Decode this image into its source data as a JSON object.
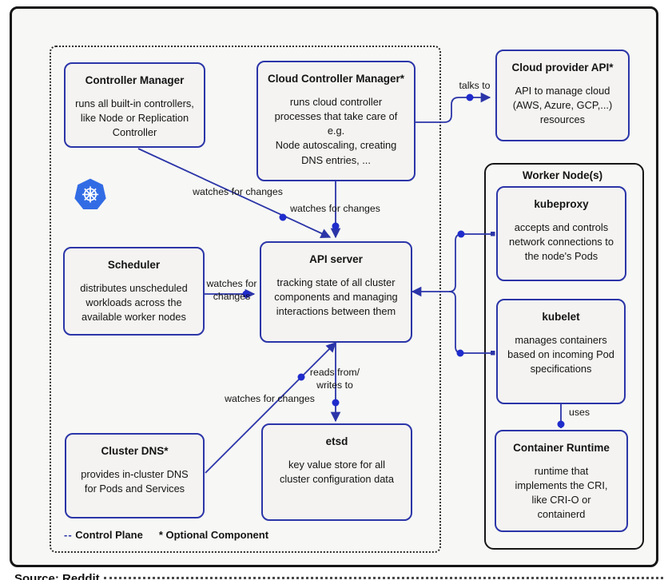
{
  "colors": {
    "accent_line": "#2b35a8",
    "dot_blue": "#1f2ccc",
    "box_fill": "#f4f3f1",
    "frame_black": "#161616",
    "kubernetes_blue": "#326ce5"
  },
  "diagram": {
    "worker_node_title": "Worker Node(s)",
    "source_note": "Source: Reddit",
    "boxes": {
      "controller_manager": {
        "title": "Controller Manager",
        "body": "runs all built-in controllers,\nlike Node or Replication\nController"
      },
      "cloud_controller_manager": {
        "title": "Cloud Controller Manager*",
        "body": "runs cloud controller\nprocesses that take care of\ne.g.\nNode autoscaling, creating\nDNS entries, ..."
      },
      "cloud_provider_api": {
        "title": "Cloud provider API*",
        "body": "API to manage cloud\n(AWS, Azure, GCP,...)\nresources"
      },
      "kubeproxy": {
        "title": "kubeproxy",
        "body": "accepts and controls\nnetwork connections to\nthe node's Pods"
      },
      "kubelet": {
        "title": "kubelet",
        "body": "manages containers\nbased on incoming Pod\nspecifications"
      },
      "container_runtime": {
        "title": "Container Runtime",
        "body": "runtime that\nimplements the CRI,\nlike CRI-O or\ncontainerd"
      },
      "scheduler": {
        "title": "Scheduler",
        "body": "distributes unscheduled\nworkloads across the\navailable worker nodes"
      },
      "api_server": {
        "title": "API server",
        "body": "tracking state of all cluster\ncomponents and managing\ninteractions between them"
      },
      "cluster_dns": {
        "title": "Cluster DNS*",
        "body": "provides in-cluster DNS\nfor Pods and Services"
      },
      "etsd": {
        "title": "etsd",
        "body": "key value store for all\ncluster configuration data"
      }
    },
    "edge_labels": {
      "talks_to": "talks to",
      "cm_watches": "watches for changes",
      "ccm_watches": "watches for changes",
      "scheduler_watches": "watches for\nchanges",
      "reads_writes": "reads from/\nwrites to",
      "dns_watches": "watches for changes",
      "uses": "uses"
    },
    "legend": {
      "dash": "--",
      "control_plane": "Control Plane",
      "optional": "* Optional Component"
    }
  }
}
